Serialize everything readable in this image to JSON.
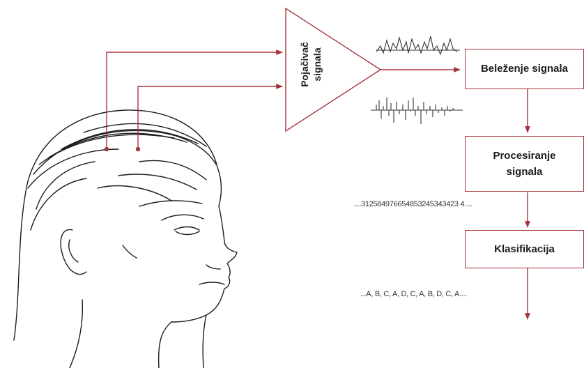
{
  "amplifier": {
    "line1": "Pojačivač",
    "line2": "signala"
  },
  "boxes": {
    "recording": "Beleženje signala",
    "processing_line1": "Procesiranje",
    "processing_line2": "signala",
    "classification": "Klasifikacija"
  },
  "sequences": {
    "numeric": "....312584976654853245343423 4....",
    "letters": "...A, B, C, A, D, C, A, B, D, C, A...."
  },
  "colors": {
    "line": "#a5343a",
    "stroke": "#1c1c1c"
  },
  "icons": [
    "head-illustration",
    "amplifier-triangle",
    "eeg-waveform",
    "spike-train"
  ]
}
